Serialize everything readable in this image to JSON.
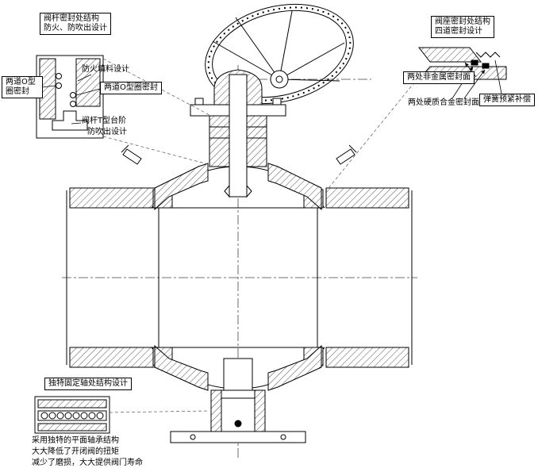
{
  "colors": {
    "line": "#000000",
    "background": "#ffffff"
  },
  "diagram": {
    "stem_seal": {
      "title1": "阀杆密封处结构",
      "title2": "防火、防吹出设计",
      "oring_left": "两道O型圈密封",
      "fire_packing": "防火填料设计",
      "oring_right": "两道O型圈密封",
      "t_step1": "阀杆T型台阶",
      "t_step2": "防吹出设计"
    },
    "seat_seal": {
      "title1": "阀座密封处结构",
      "title2": "四道密封设计",
      "nonmetal": "两处非金属密封面",
      "hard_alloy": "两处硬质合金密封面",
      "spring": "弹簧预紧补偿"
    },
    "trunnion": {
      "title": "独特固定轴处结构设计",
      "bearing": "采用独特的平面轴承结构",
      "torque": "大大降低了开闭阀的扭矩",
      "life": "减少了磨损，大大提供阀门寿命"
    }
  }
}
